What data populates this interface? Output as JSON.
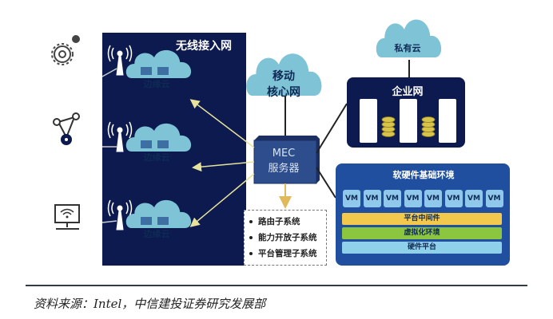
{
  "diagram": {
    "wireless_access_network": {
      "title": "无线接入网",
      "edge_clouds": [
        {
          "label": "边缘云"
        },
        {
          "label": "边缘云"
        },
        {
          "label": "边缘云"
        }
      ]
    },
    "mobile_core": {
      "line1": "移动",
      "line2": "核心网"
    },
    "mec_server": {
      "line1": "MEC",
      "line2": "服务器"
    },
    "mec_subsystems": [
      "路由子系统",
      "能力开放子系统",
      "平台管理子系统"
    ],
    "private_cloud": {
      "label": "私有云"
    },
    "enterprise_network": {
      "title": "企业网"
    },
    "infrastructure": {
      "title": "软硬件基础环境",
      "vm_label": "VM",
      "vm_count": 8,
      "layers": [
        {
          "label": "平台中间件",
          "color": "#f2c94c"
        },
        {
          "label": "虚拟化环境",
          "color": "#8cc63f"
        },
        {
          "label": "硬件平台",
          "color": "#8fd0ea"
        }
      ]
    },
    "left_icons": [
      "gear-icon",
      "network-nodes-icon",
      "wifi-monitor-icon"
    ],
    "colors": {
      "navy": "#0c1a4f",
      "cloud": "#7ec3d6",
      "mec_box": "#2d4d8c",
      "infra_box": "#1f4f9e",
      "arrow": "#e8e39a"
    }
  },
  "source": "资料来源：Intel，中信建投证券研究发展部"
}
